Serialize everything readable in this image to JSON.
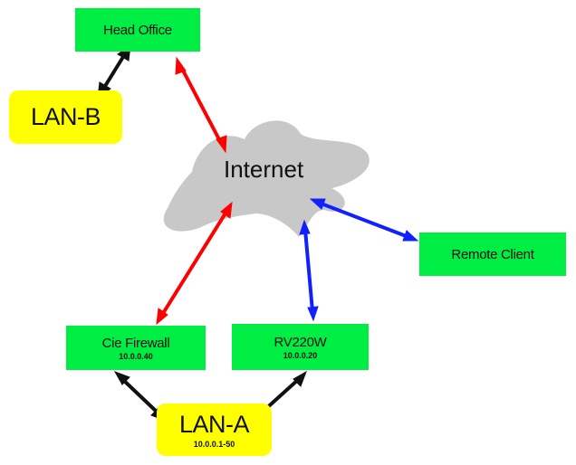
{
  "nodes": {
    "head_office": {
      "label": "Head Office"
    },
    "lan_b": {
      "label": "LAN-B"
    },
    "internet": {
      "label": "Internet"
    },
    "remote_client": {
      "label": "Remote Client"
    },
    "cie_firewall": {
      "label": "Cie Firewall",
      "ip": "10.0.0.40"
    },
    "rv220w": {
      "label": "RV220W",
      "ip": "10.0.0.20"
    },
    "lan_a": {
      "label": "LAN-A",
      "ip": "10.0.0.1-50"
    }
  },
  "colors": {
    "node_green": "#00ee44",
    "lan_yellow": "#ffff00",
    "cloud_gray": "#c8c8c8",
    "arrow_red": "#ff0000",
    "arrow_blue": "#1020ff",
    "arrow_black": "#111111"
  },
  "edges": [
    {
      "from": "lan_b",
      "to": "head_office",
      "color": "arrow_black"
    },
    {
      "from": "head_office",
      "to": "internet",
      "color": "arrow_red"
    },
    {
      "from": "internet",
      "to": "cie_firewall",
      "color": "arrow_red"
    },
    {
      "from": "internet",
      "to": "rv220w",
      "color": "arrow_blue"
    },
    {
      "from": "internet",
      "to": "remote_client",
      "color": "arrow_blue"
    },
    {
      "from": "cie_firewall",
      "to": "lan_a",
      "color": "arrow_black"
    },
    {
      "from": "rv220w",
      "to": "lan_a",
      "color": "arrow_black"
    }
  ]
}
